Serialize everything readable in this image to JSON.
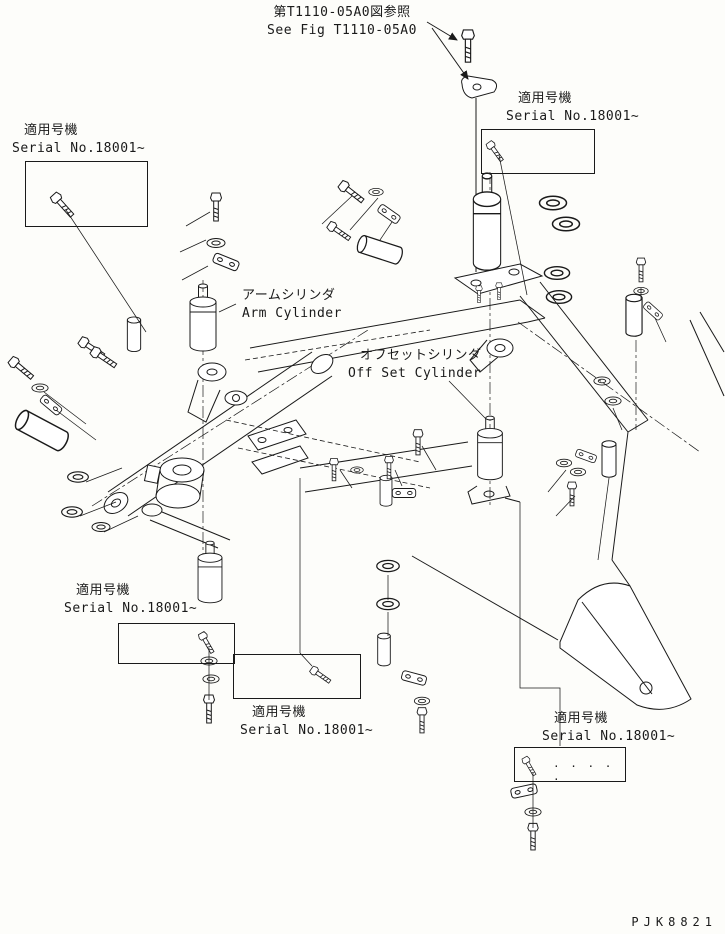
{
  "reference": {
    "jp": "第T1110-05A0図参照",
    "en": "See Fig T1110-05A0"
  },
  "component_labels": {
    "arm_cylinder": {
      "jp": "アームシリンダ",
      "en": "Arm Cylinder"
    },
    "offset_cylinder": {
      "jp": "オフセットシリンダ",
      "en": "Off Set Cylinder"
    }
  },
  "serial_notes": {
    "top_left": {
      "jp": "適用号機",
      "en": "Serial No.18001~"
    },
    "top_right": {
      "jp": "適用号機",
      "en": "Serial No.18001~"
    },
    "mid_left": {
      "jp": "適用号機",
      "en": "Serial No.18001~"
    },
    "bottom_center": {
      "jp": "適用号機",
      "en": "Serial No.18001~"
    },
    "bottom_right": {
      "jp": "適用号機",
      "en": "Serial No.18001~"
    }
  },
  "box_annotations": {
    "bottom_right_dots": ". . . . ."
  },
  "drawing_number": "PJK8821",
  "line_color": "#1a1a1a"
}
